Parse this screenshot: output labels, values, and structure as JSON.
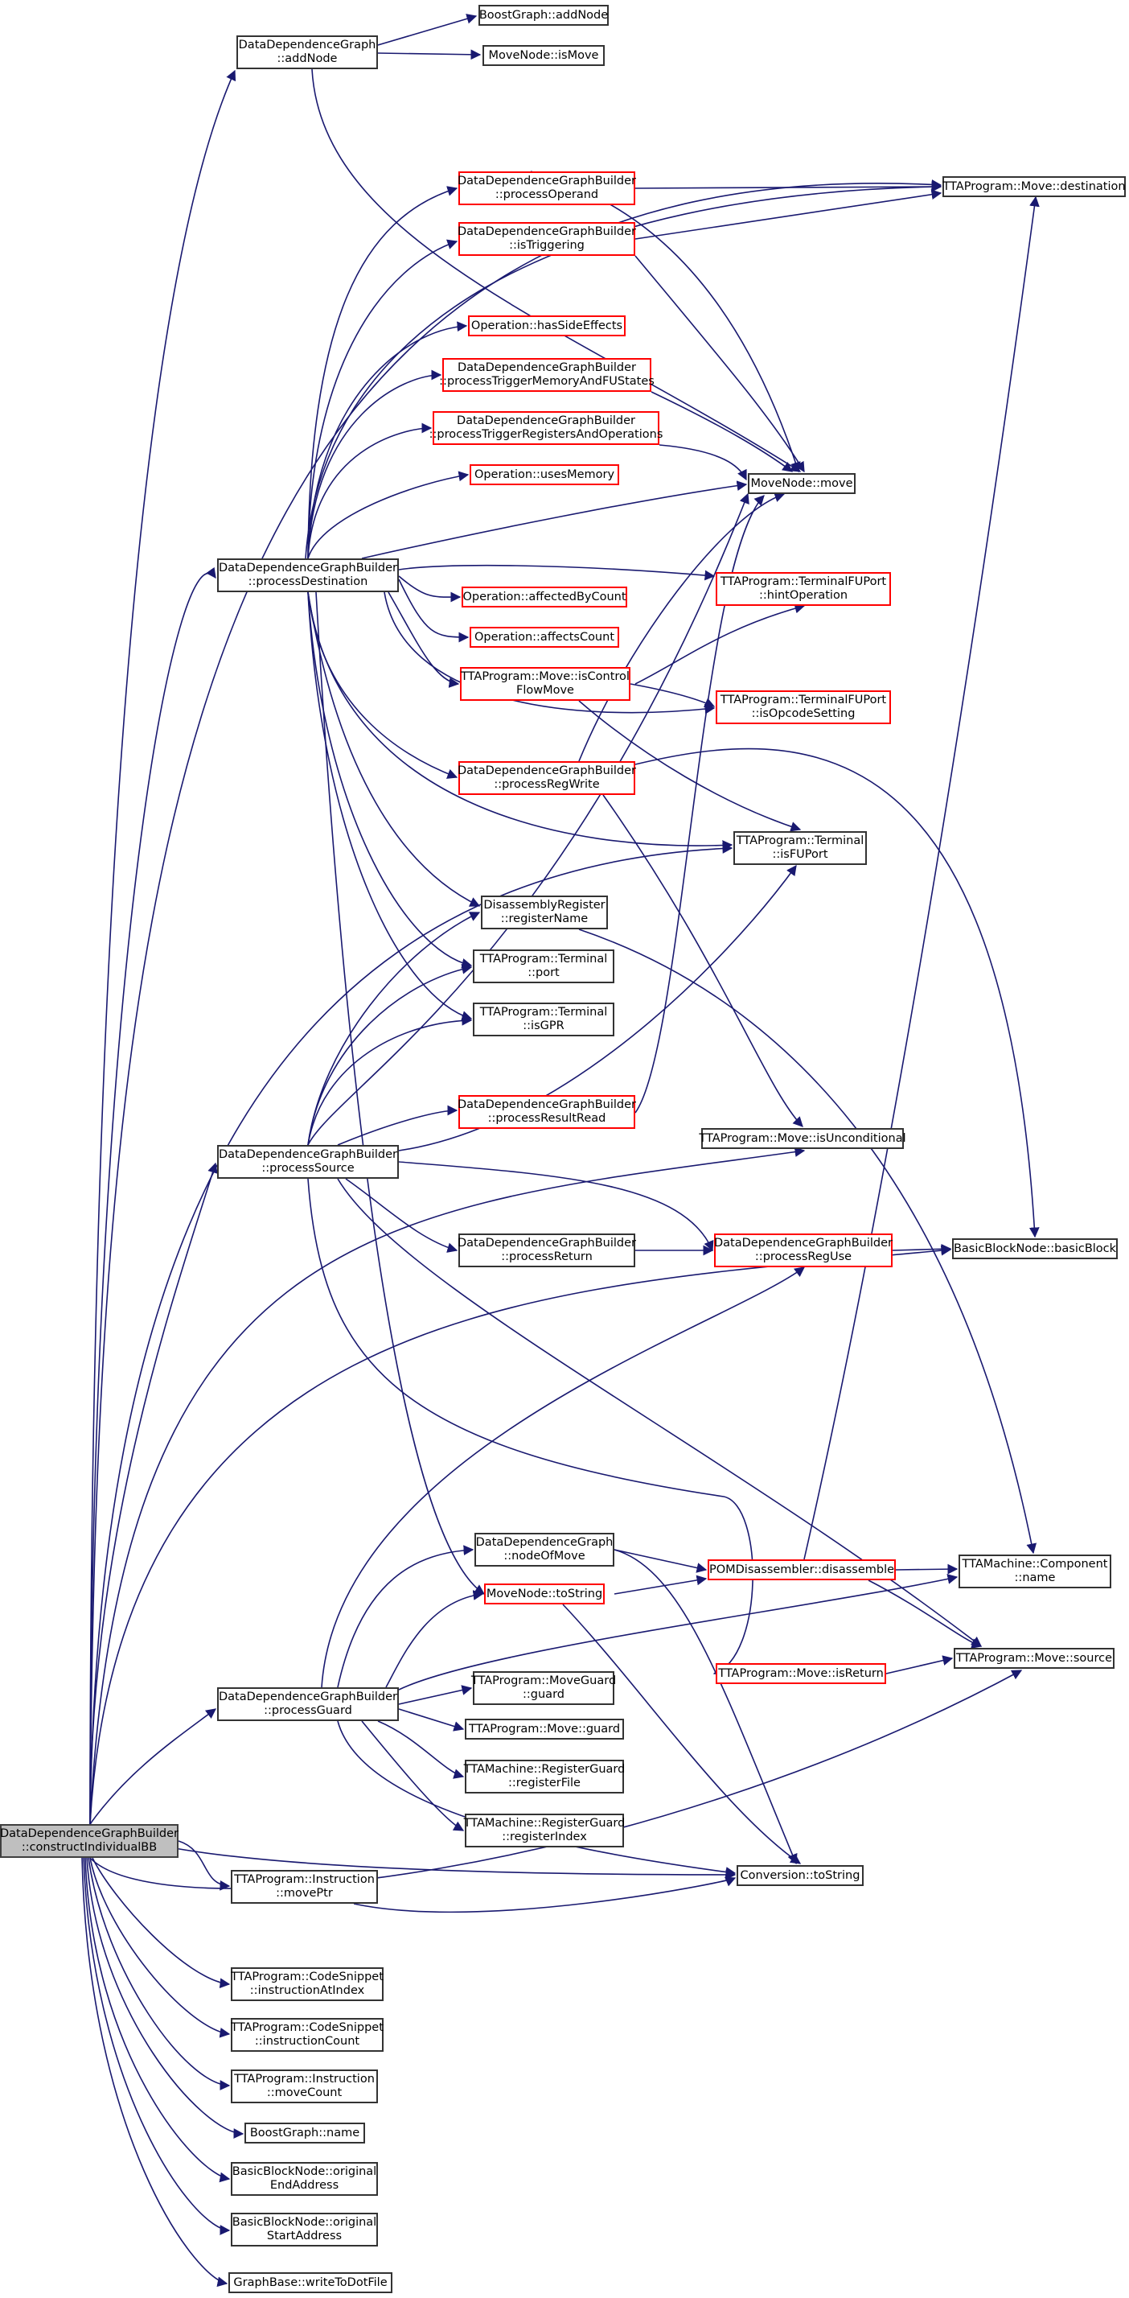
{
  "colors": {
    "edge": "#191970",
    "node_border": "#333333",
    "incomplete_border": "#ff0000",
    "root_fill": "#bfbfbf"
  },
  "nodes": {
    "root": [
      "DataDependenceGraphBuilder",
      "::constructIndividualBB"
    ],
    "ddg_addNode": [
      "DataDependenceGraph",
      "::addNode"
    ],
    "bg_addNode": [
      "BoostGraph::addNode"
    ],
    "mn_isMove": [
      "MoveNode::isMove"
    ],
    "move_destination": [
      "TTAProgram::Move::destination"
    ],
    "processOperand": [
      "DataDependenceGraphBuilder",
      "::processOperand"
    ],
    "isTriggering": [
      "DataDependenceGraphBuilder",
      "::isTriggering"
    ],
    "hasSideEffects": [
      "Operation::hasSideEffects"
    ],
    "processTriggerMemory": [
      "DataDependenceGraphBuilder",
      "::processTriggerMemoryAndFUStates"
    ],
    "processTriggerRegisters": [
      "DataDependenceGraphBuilder",
      "::processTriggerRegistersAndOperations"
    ],
    "usesMemory": [
      "Operation::usesMemory"
    ],
    "mn_move": [
      "MoveNode::move"
    ],
    "processDestination": [
      "DataDependenceGraphBuilder",
      "::processDestination"
    ],
    "affectedByCount": [
      "Operation::affectedByCount"
    ],
    "affectsCount": [
      "Operation::affectsCount"
    ],
    "hintOperation": [
      "TTAProgram::TerminalFUPort",
      "::hintOperation"
    ],
    "isControlFlowMove": [
      "TTAProgram::Move::isControl",
      "FlowMove"
    ],
    "isOpcodeSetting": [
      "TTAProgram::TerminalFUPort",
      "::isOpcodeSetting"
    ],
    "processRegWrite": [
      "DataDependenceGraphBuilder",
      "::processRegWrite"
    ],
    "isFUPort": [
      "TTAProgram::Terminal",
      "::isFUPort"
    ],
    "registerName": [
      "DisassemblyRegister",
      "::registerName"
    ],
    "terminal_port": [
      "TTAProgram::Terminal",
      "::port"
    ],
    "isGPR": [
      "TTAProgram::Terminal",
      "::isGPR"
    ],
    "processResultRead": [
      "DataDependenceGraphBuilder",
      "::processResultRead"
    ],
    "isUnconditional": [
      "TTAProgram::Move::isUnconditional"
    ],
    "processSource": [
      "DataDependenceGraphBuilder",
      "::processSource"
    ],
    "processReturn": [
      "DataDependenceGraphBuilder",
      "::processReturn"
    ],
    "processRegUse": [
      "DataDependenceGraphBuilder",
      "::processRegUse"
    ],
    "basicBlock": [
      "BasicBlockNode::basicBlock"
    ],
    "nodeOfMove": [
      "DataDependenceGraph",
      "::nodeOfMove"
    ],
    "disassemble": [
      "POMDisassembler::disassemble"
    ],
    "component_name": [
      "TTAMachine::Component",
      "::name"
    ],
    "mn_toString": [
      "MoveNode::toString"
    ],
    "isReturn": [
      "TTAProgram::Move::isReturn"
    ],
    "move_source": [
      "TTAProgram::Move::source"
    ],
    "processGuard": [
      "DataDependenceGraphBuilder",
      "::processGuard"
    ],
    "moveguard_guard": [
      "TTAProgram::MoveGuard",
      "::guard"
    ],
    "move_guard": [
      "TTAProgram::Move::guard"
    ],
    "registerFile": [
      "TTAMachine::RegisterGuard",
      "::registerFile"
    ],
    "registerIndex": [
      "TTAMachine::RegisterGuard",
      "::registerIndex"
    ],
    "conv_toString": [
      "Conversion::toString"
    ],
    "movePtr": [
      "TTAProgram::Instruction",
      "::movePtr"
    ],
    "instructionAtIndex": [
      "TTAProgram::CodeSnippet",
      "::instructionAtIndex"
    ],
    "instructionCount": [
      "TTAProgram::CodeSnippet",
      "::instructionCount"
    ],
    "moveCount": [
      "TTAProgram::Instruction",
      "::moveCount"
    ],
    "bg_name": [
      "BoostGraph::name"
    ],
    "originalEndAddress": [
      "BasicBlockNode::original",
      "EndAddress"
    ],
    "originalStartAddress": [
      "BasicBlockNode::original",
      "StartAddress"
    ],
    "writeToDotFile": [
      "GraphBase::writeToDotFile"
    ]
  }
}
